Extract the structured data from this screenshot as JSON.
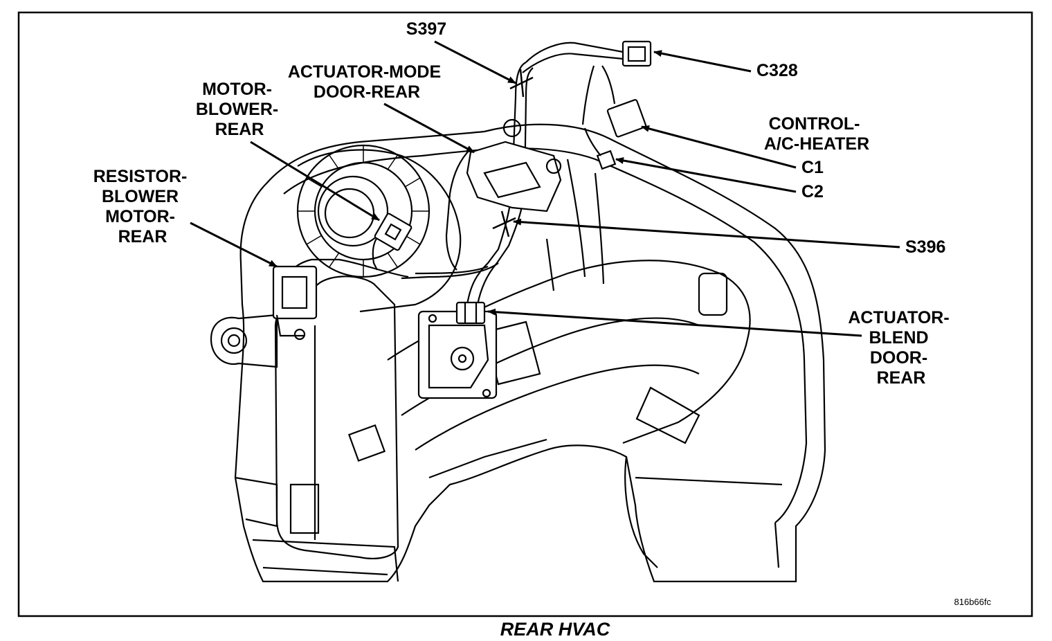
{
  "caption": "REAR HVAC",
  "figure_code": "816b66fc",
  "labels": {
    "s397": "S397",
    "actuator_mode": [
      "ACTUATOR-MODE",
      "DOOR-REAR"
    ],
    "motor_blower": [
      "MOTOR-",
      "BLOWER-",
      "REAR"
    ],
    "resistor_blower": [
      "RESISTOR-",
      "BLOWER",
      "MOTOR-",
      "REAR"
    ],
    "c328": "C328",
    "control_ac": [
      "CONTROL-",
      "A/C-HEATER"
    ],
    "c1": "C1",
    "c2": "C2",
    "s396": "S396",
    "actuator_blend": [
      "ACTUATOR-",
      "BLEND",
      "DOOR-",
      "REAR"
    ]
  }
}
